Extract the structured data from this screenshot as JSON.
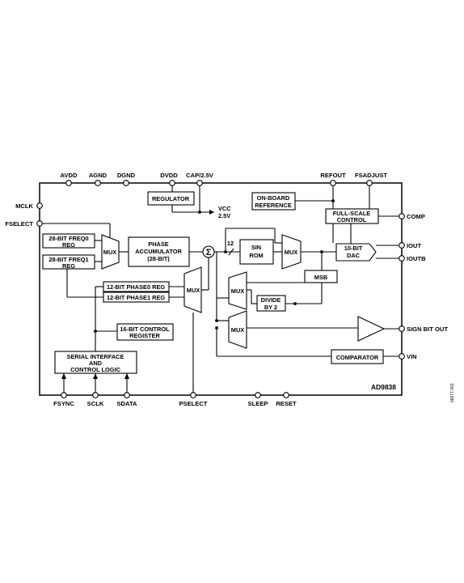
{
  "chip": {
    "name": "AD9838",
    "figure_id": "06677-001"
  },
  "pins": {
    "top": [
      "AVDD",
      "AGND",
      "DGND",
      "DVDD",
      "CAP/2.5V",
      "REFOUT",
      "FSADJUST"
    ],
    "left": [
      "MCLK",
      "FSELECT"
    ],
    "right": [
      "COMP",
      "IOUT",
      "IOUTB",
      "SIGN BIT OUT",
      "VIN"
    ],
    "bottom": [
      "FSYNC",
      "SCLK",
      "SDATA",
      "PSELECT",
      "SLEEP",
      "RESET"
    ]
  },
  "blocks": {
    "regulator": "REGULATOR",
    "vcc": [
      "VCC",
      "2.5V"
    ],
    "onboard_ref": [
      "ON-BOARD",
      "REFERENCE"
    ],
    "fullscale": [
      "FULL-SCALE",
      "CONTROL"
    ],
    "freq0": [
      "28-BIT FREQ0",
      "REG"
    ],
    "freq1": [
      "28-BIT FREQ1",
      "REG"
    ],
    "mux": "MUX",
    "phase_acc": [
      "PHASE",
      "ACCUMULATOR",
      "(28-BIT)"
    ],
    "sigma": "Σ",
    "bus_width": "12",
    "sin_rom": [
      "SIN",
      "ROM"
    ],
    "dac": [
      "10-BIT",
      "DAC"
    ],
    "phase0": "12-BIT PHASE0 REG",
    "phase1": "12-BIT PHASE1 REG",
    "msb": "MSB",
    "divide": [
      "DIVIDE",
      "BY 2"
    ],
    "ctrl_reg": [
      "16-BIT CONTROL",
      "REGISTER"
    ],
    "serial": [
      "SERIAL INTERFACE",
      "AND",
      "CONTROL LOGIC"
    ],
    "comparator": "COMPARATOR"
  }
}
